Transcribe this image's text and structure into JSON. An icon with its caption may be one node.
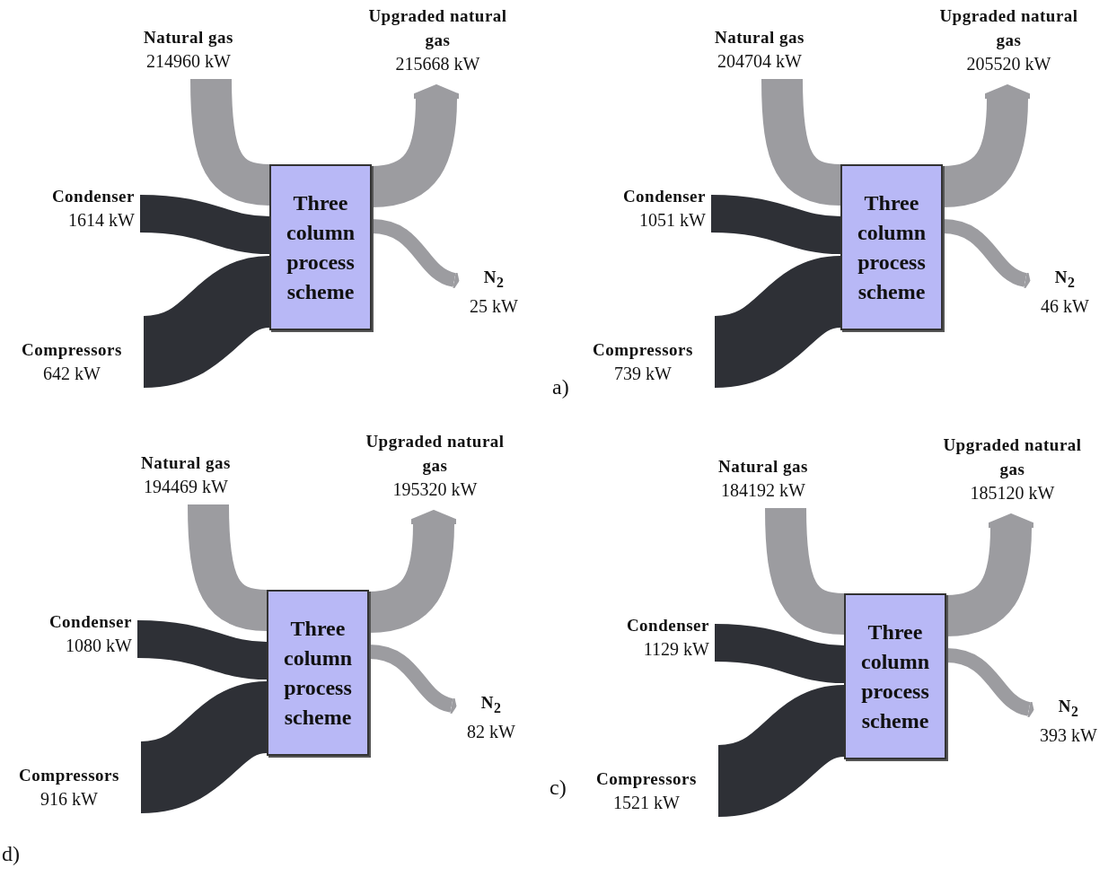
{
  "diagram": {
    "nodes": [
      {
        "text": [
          "Natural gas",
          "214960 kW"
        ]
      },
      {
        "text": [
          "Upgraded natural gas",
          "215668 kW"
        ]
      },
      {
        "text": [
          "Condenser",
          "1614 kW"
        ]
      },
      {
        "text": [
          "Three column process scheme"
        ]
      },
      {
        "text": [
          "N$_{2}$",
          "25 kW"
        ]
      },
      {
        "text": [
          "Compressors",
          "642 kW"
        ]
      },
      {
        "text": [
          "Natural gas",
          "204704 kW"
        ]
      },
      {
        "text": [
          "Upgraded natural gas",
          "205520 kW"
        ]
      },
      {
        "text": [
          "Condenser",
          "1051 kW"
        ]
      },
      {
        "text": [
          "Three column process scheme"
        ]
      },
      {
        "text": [
          "N$_{2}$",
          "46 kW"
        ]
      },
      {
        "text": [
          "Compressors",
          "739 kW"
        ]
      },
      {
        "text": [
          "Natural gas",
          "194469 kW"
        ]
      },
      {
        "text": [
          "Upgraded natural gas",
          "195320 kW"
        ]
      },
      {
        "text": [
          "Condenser",
          "1080 kW"
        ]
      },
      {
        "text": [
          "Three column process scheme"
        ]
      },
      {
        "text": [
          "N$_{2}$",
          "82 kW"
        ]
      },
      {
        "text": [
          "Compressors",
          "916 kW"
        ]
      },
      {
        "text": [
          "Natural gas",
          "184192 kW"
        ]
      },
      {
        "text": [
          "Upgraded natural gas",
          "185120 kW"
        ]
      },
      {
        "text": [
          "Condenser",
          "1129 kW"
        ]
      },
      {
        "text": [
          "Three column process scheme"
        ]
      },
      {
        "text": [
          "N$_{2}$",
          "393 kW"
        ]
      },
      {
        "text": [
          "Compressors",
          "1521 kW"
        ]
      }
    ],
    "edges": [
      {
        "from": 0,
        "to": 3,
        "arrow": "none"
      },
      {
        "from": 2,
        "to": 3,
        "arrow": "none",
        "color": "#2e3036"
      },
      {
        "from": 5,
        "to": 3,
        "arrow": "none",
        "color": "#2e3036"
      },
      {
        "from": 3,
        "to": 1,
        "arrow": "to"
      },
      {
        "from": 3,
        "to": 4,
        "arrow": "to"
      },
      {
        "from": 6,
        "to": 9,
        "arrow": "none"
      },
      {
        "from": 8,
        "to": 9,
        "arrow": "none",
        "color": "#2e3036"
      },
      {
        "from": 11,
        "to": 9,
        "arrow": "none",
        "color": "#2e3036"
      },
      {
        "from": 9,
        "to": 7,
        "arrow": "to"
      },
      {
        "from": 9,
        "to": 10,
        "arrow": "to"
      },
      {
        "from": 12,
        "to": 15,
        "arrow": "none"
      },
      {
        "from": 14,
        "to": 15,
        "arrow": "none",
        "color": "#2e3036"
      },
      {
        "from": 17,
        "to": 15,
        "arrow": "none",
        "color": "#2e3036"
      },
      {
        "from": 15,
        "to": 13,
        "arrow": "to"
      },
      {
        "from": 15,
        "to": 16,
        "arrow": "to"
      },
      {
        "from": 18,
        "to": 21,
        "arrow": "none"
      },
      {
        "from": 20,
        "to": 21,
        "arrow": "none",
        "color": "#2e3036"
      },
      {
        "from": 23,
        "to": 21,
        "arrow": "none",
        "color": "#2e3036"
      },
      {
        "from": 21,
        "to": 19,
        "arrow": "to"
      },
      {
        "from": 21,
        "to": 22,
        "arrow": "to"
      }
    ],
    "labels": [
      "a)",
      "c)",
      "d)"
    ]
  }
}
